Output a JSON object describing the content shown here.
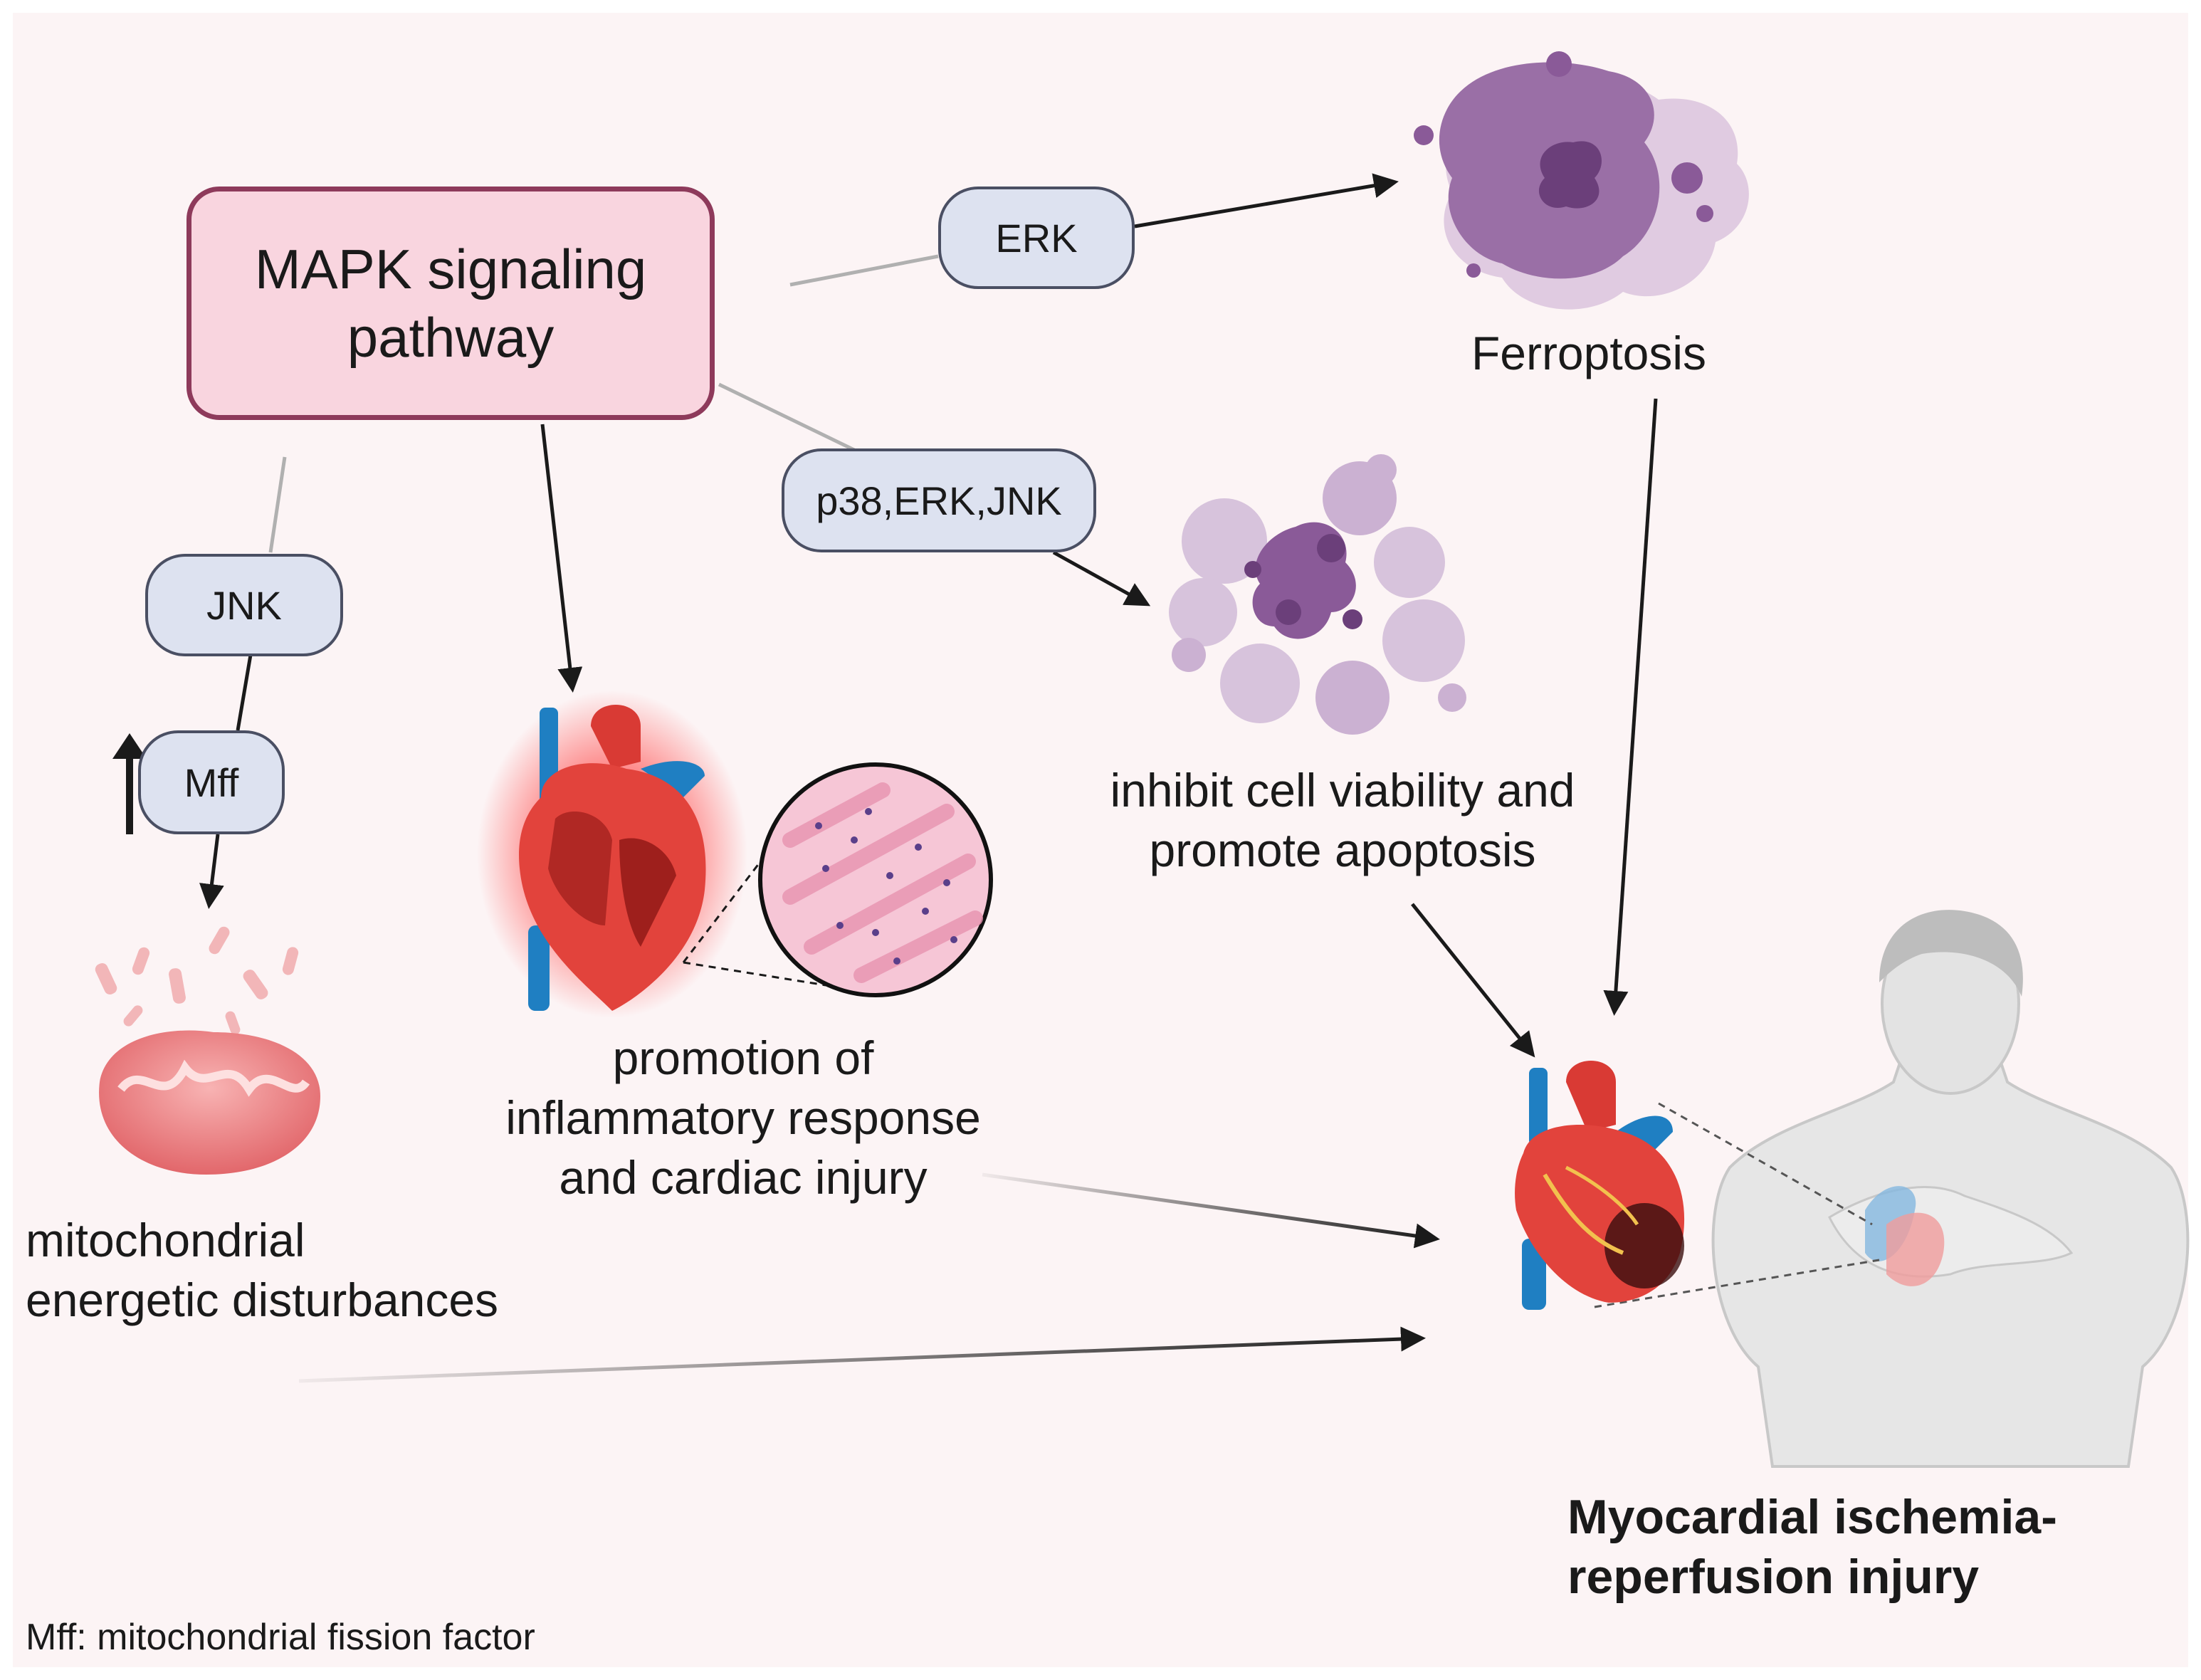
{
  "main_box": {
    "line1": "MAPK signaling",
    "line2": "pathway"
  },
  "pills": {
    "erk": "ERK",
    "p38_erk_jnk": "p38,ERK,JNK",
    "jnk": "JNK",
    "mff": "Mff"
  },
  "labels": {
    "ferroptosis": "Ferroptosis",
    "apoptosis_line1": "inhibit cell viability and",
    "apoptosis_line2": "promote apoptosis",
    "inflammation_line1": "promotion of",
    "inflammation_line2": "inflammatory response",
    "inflammation_line3": "and cardiac injury",
    "mito_line1": "mitochondrial",
    "mito_line2": "energetic disturbances",
    "outcome_line1": "Myocardial ischemia-",
    "outcome_line2": "reperfusion injury",
    "footnote": "Mff: mitochondrial fission factor"
  },
  "colors": {
    "background": "#fcf4f5",
    "box_fill": "#f9d5df",
    "box_border": "#8e3a5b",
    "pill_fill": "#dde2f0",
    "cell_purple": "#9a6fa6",
    "heart_red": "#e2433c",
    "vessel_blue": "#1f7fc2",
    "mito_pink": "#ea7b7e"
  },
  "icons": [
    "ferroptotic-cell-icon",
    "apoptotic-cell-icon",
    "inflamed-heart-icon",
    "histology-magnifier-icon",
    "mitochondrion-icon",
    "human-torso-icon",
    "injured-heart-icon",
    "up-arrow-icon"
  ]
}
